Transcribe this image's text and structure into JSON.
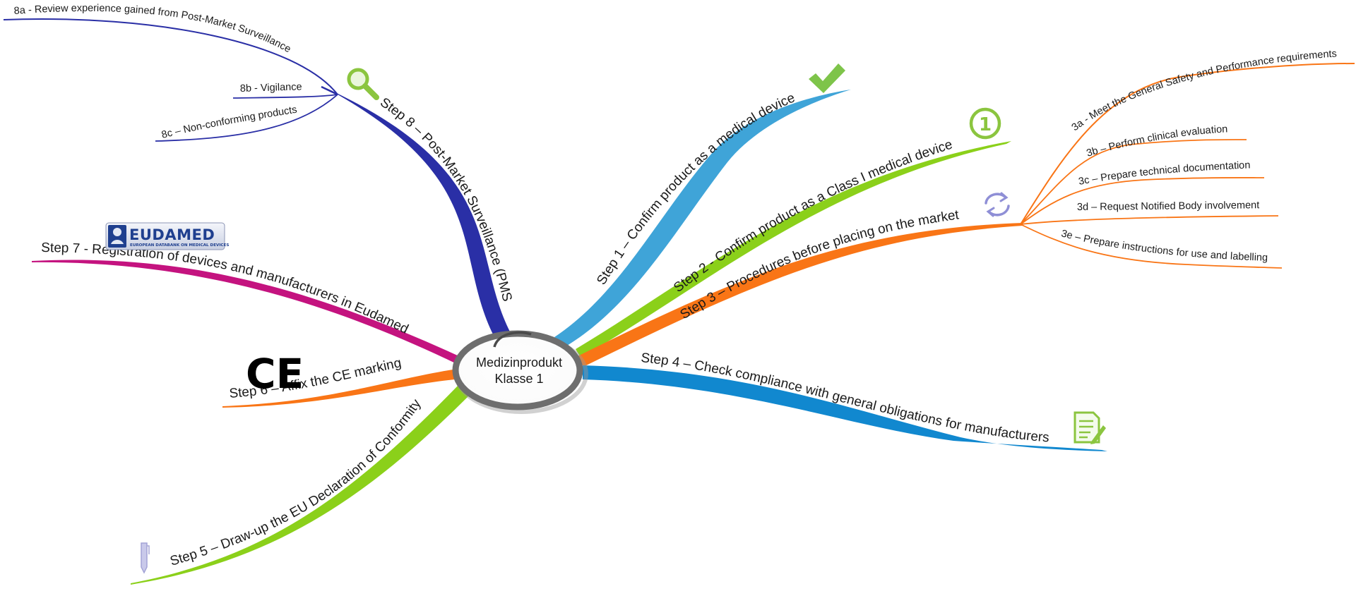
{
  "center": {
    "line1": "Medizinprodukt",
    "line2": "Klasse 1"
  },
  "branches": {
    "step1": {
      "label": "Step 1 – Confirm product as a medical device",
      "color": "#3fa4d8",
      "icon": "checkmark-icon"
    },
    "step2": {
      "label": "Step 2 - Confirm product as a Class I medical device",
      "color": "#8bd01a",
      "icon": "number-one-badge-icon",
      "icon_text": "1"
    },
    "step3": {
      "label": "Step 3 – Procedures before placing on the market",
      "color": "#f97516",
      "icon": "refresh-icon"
    },
    "step4": {
      "label": "Step 4 – Check compliance with general obligations for manufacturers",
      "color": "#1188cf",
      "icon": "document-edit-icon"
    },
    "step5": {
      "label": "Step 5 – Draw-up the EU Declaration of Conformity",
      "color": "#8bd01a",
      "icon": "pen-icon"
    },
    "step6": {
      "label": "Step 6 – Affix the CE marking",
      "color": "#f97516",
      "icon": "ce-mark-icon",
      "icon_text": "CE"
    },
    "step7": {
      "label": "Step 7 - Registration of devices and manufacturers in Eudamed",
      "color": "#c4137f",
      "icon": "eudamed-logo",
      "logo_title": "EUDAMED",
      "logo_subtitle": "EUROPEAN DATABANK ON MEDICAL DEVICES"
    },
    "step8": {
      "label": "Step 8 – Post-Market Surveillance (PMS",
      "color": "#2a2fa6",
      "icon": "magnifier-icon"
    }
  },
  "subtopics": {
    "s3a": "3a - Meet the General Safety and Performance requirements",
    "s3b": "3b – Perform clinical evaluation",
    "s3c": "3c – Prepare technical documentation",
    "s3d": "3d – Request Notified Body involvement",
    "s3e": "3e – Prepare instructions for use and labelling",
    "s8a": "8a - Review experience gained from Post-Market Surveillance",
    "s8b": "8b - Vigilance",
    "s8c": "8c – Non-conforming products"
  },
  "colors": {
    "icon_green": "#8bc53f",
    "icon_lavender": "#8f8fd6",
    "center_ring": "#6e6e6e"
  }
}
